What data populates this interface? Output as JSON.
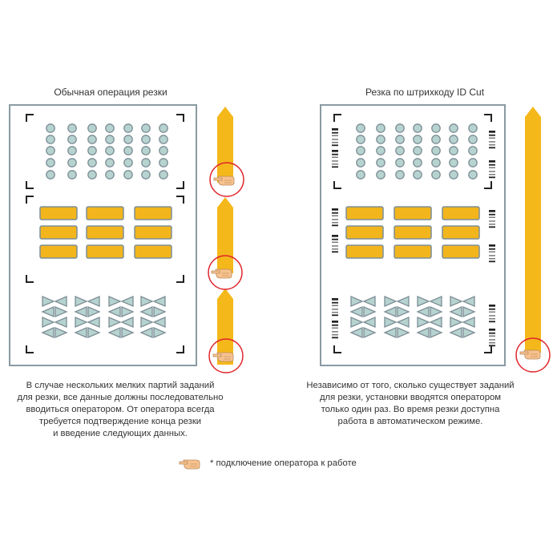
{
  "left": {
    "title": "Обычная операция резки",
    "description": [
      "В случае нескольких мелких партий заданий",
      "для резки, все данные должны последовательно",
      "вводиться оператором. От оператора всегда",
      "требуется подтверждение конца резки",
      "и введение следующих данных."
    ]
  },
  "right": {
    "title": "Резка по штрихкоду ID Cut",
    "description": [
      "Независимо от того, сколько существует заданий",
      "для резки, установки вводятся оператором",
      "только один раз. Во время резки доступна",
      "работа в автоматическом режиме."
    ]
  },
  "legend": {
    "text": "* подключение оператора к работе"
  },
  "colors": {
    "sheet_border": "#8a9aa2",
    "bar": "#f2b51c",
    "bar_stroke": "#7d8e96",
    "circle_fill": "#b6d3d0",
    "triangle_fill": "#b6d3d0",
    "arrow": "#f4b81a",
    "highlight_ring": "#e0262c",
    "hand": "#f7c28e",
    "mark": "#222222"
  },
  "icons": [
    "hand-icon",
    "registration-mark",
    "barcode-mark"
  ]
}
